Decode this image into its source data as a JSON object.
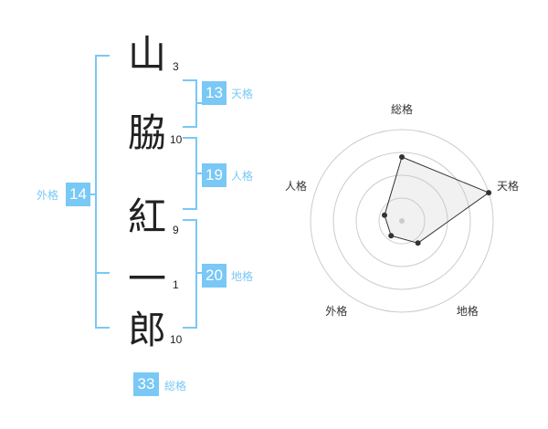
{
  "colors": {
    "accent": "#79c8f5",
    "text": "#222222",
    "grid": "#cccccc"
  },
  "name": {
    "chars": [
      {
        "char": "山",
        "strokes": "3"
      },
      {
        "char": "脇",
        "strokes": "10"
      },
      {
        "char": "紅",
        "strokes": "9"
      },
      {
        "char": "一",
        "strokes": "1"
      },
      {
        "char": "郎",
        "strokes": "10"
      }
    ]
  },
  "grids": {
    "tenkaku": {
      "value": "13",
      "label": "天格"
    },
    "jinkaku": {
      "value": "19",
      "label": "人格"
    },
    "chikaku": {
      "value": "20",
      "label": "地格"
    },
    "gaikaku": {
      "value": "14",
      "label": "外格"
    },
    "soukaku": {
      "value": "33",
      "label": "総格"
    }
  },
  "chart_data": {
    "type": "radar",
    "axes": [
      "総格",
      "天格",
      "地格",
      "外格",
      "人格"
    ],
    "values": [
      0.7,
      1.0,
      0.3,
      0.2,
      0.2
    ],
    "range": [
      0,
      1
    ],
    "rings": 4
  }
}
